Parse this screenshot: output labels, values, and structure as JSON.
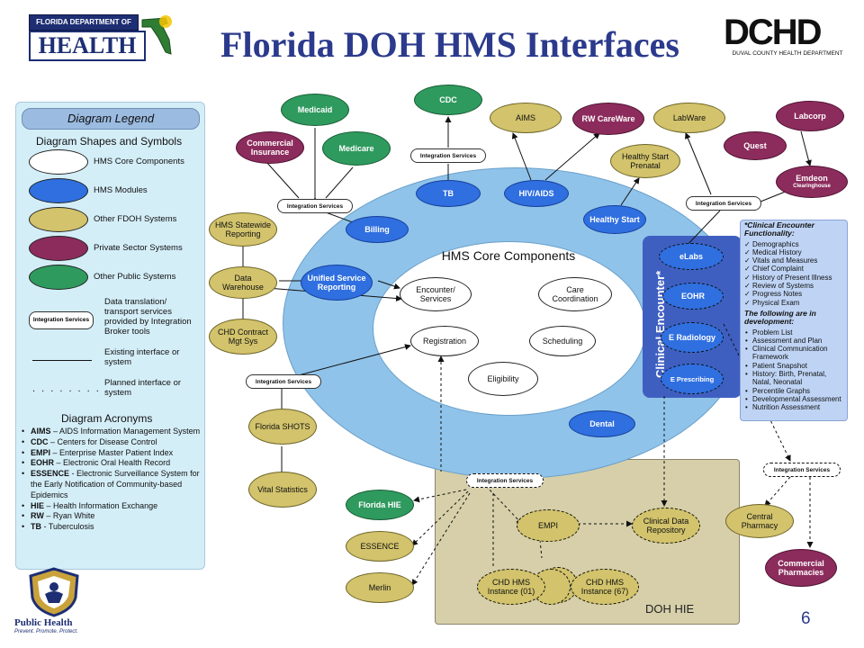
{
  "title": "Florida DOH HMS Interfaces",
  "logos": {
    "fdoh_top": "FLORIDA DEPARTMENT OF",
    "fdoh_main": "HEALTH",
    "dchd_main": "DCHD",
    "dchd_sub": "DUVAL COUNTY HEALTH DEPARTMENT",
    "public_health": "Public Health",
    "public_health_tag": "Prevent. Promote. Protect."
  },
  "legend": {
    "header": "Diagram Legend",
    "shapes_header": "Diagram Shapes and Symbols",
    "items": [
      {
        "label": "HMS Core Components",
        "color": "#ffffff"
      },
      {
        "label": "HMS Modules",
        "color": "#2f6fe0"
      },
      {
        "label": "Other FDOH Systems",
        "color": "#d2c36c"
      },
      {
        "label": "Private Sector Systems",
        "color": "#8c2c5c"
      },
      {
        "label": "Other Public Systems",
        "color": "#2f9a5e"
      }
    ],
    "integration_label": "Integration Services",
    "integration_desc": "Data translation/ transport services provided by Integration Broker tools",
    "existing_desc": "Existing interface or system",
    "planned_desc": "Planned interface or system",
    "dots": ". . . . . . . . .",
    "acronyms_header": "Diagram Acronyms",
    "acronyms": [
      {
        "abbr": "AIMS",
        "desc": "– AIDS Information Management System"
      },
      {
        "abbr": "CDC",
        "desc": "– Centers for Disease Control"
      },
      {
        "abbr": "EMPI",
        "desc": "– Enterprise Master Patient Index"
      },
      {
        "abbr": "EOHR",
        "desc": "– Electronic Oral Health Record"
      },
      {
        "abbr": "ESSENCE",
        "desc": "- Electronic Surveillance System for the Early Notification of Community-based Epidemics"
      },
      {
        "abbr": "HIE",
        "desc": "– Health Information Exchange"
      },
      {
        "abbr": "RW",
        "desc": "– Ryan White"
      },
      {
        "abbr": "TB",
        "desc": "- Tuberculosis"
      }
    ]
  },
  "core": {
    "title": "HMS Core Components",
    "encounter": "Encounter/ Services",
    "care": "Care Coordination",
    "registration": "Registration",
    "scheduling": "Scheduling",
    "eligibility": "Eligibility"
  },
  "modules": {
    "tb": "TB",
    "hivaids": "HIV/AIDS",
    "healthy_start": "Healthy Start",
    "billing": "Billing",
    "unified": "Unified Service Reporting",
    "dental": "Dental",
    "elabs": "eLabs",
    "eohr": "EOHR",
    "eradiology": "E Radiology",
    "eprescribing": "E Prescribing",
    "clinical_label": "Clinical Encounter*"
  },
  "external": {
    "cdc": "CDC",
    "medicaid": "Medicaid",
    "medicare": "Medicare",
    "commercial_insurance": "Commercial Insurance",
    "aims": "AIMS",
    "rw": "RW CareWare",
    "labware": "LabWare",
    "hs_prenatal": "Healthy Start Prenatal",
    "labcorp": "Labcorp",
    "quest": "Quest",
    "emdeon": "Emdeon",
    "emdeon_sub": "Clearinghouse",
    "hms_statewide": "HMS Statewide Reporting",
    "data_warehouse": "Data Warehouse",
    "chd_contract": "CHD Contract Mgt Sys",
    "florida_shots": "Florida SHOTS",
    "vital_stats": "Vital Statistics",
    "florida_hie": "Florida HIE",
    "essence": "ESSENCE",
    "merlin": "Merlin",
    "central_pharmacy": "Central Pharmacy",
    "commercial_pharmacies": "Commercial Pharmacies"
  },
  "hie": {
    "label": "DOH HIE",
    "empi": "EMPI",
    "clinical_repo": "Clinical Data Repository",
    "instance_01": "CHD HMS Instance (01)",
    "instance_67": "CHD HMS Instance (67)"
  },
  "integration_services": "Integration Services",
  "functionality": {
    "header": "*Clinical Encounter Functionality:",
    "items": [
      "Demographics",
      "Medical History",
      "Vitals and Measures",
      "Chief Complaint",
      "History of Present Illness",
      "Review of Systems",
      "Progress Notes",
      "Physical Exam"
    ],
    "dev_header": "The following are in development:",
    "dev_items": [
      "Problem List",
      "Assessment and Plan",
      "Clinical Communication Framework",
      "Patient Snapshot",
      "History: Birth, Prenatal, Natal, Neonatal",
      "Percentile Graphs",
      "Developmental Assessment",
      "Nutrition Assessment"
    ]
  },
  "page_number": "6"
}
